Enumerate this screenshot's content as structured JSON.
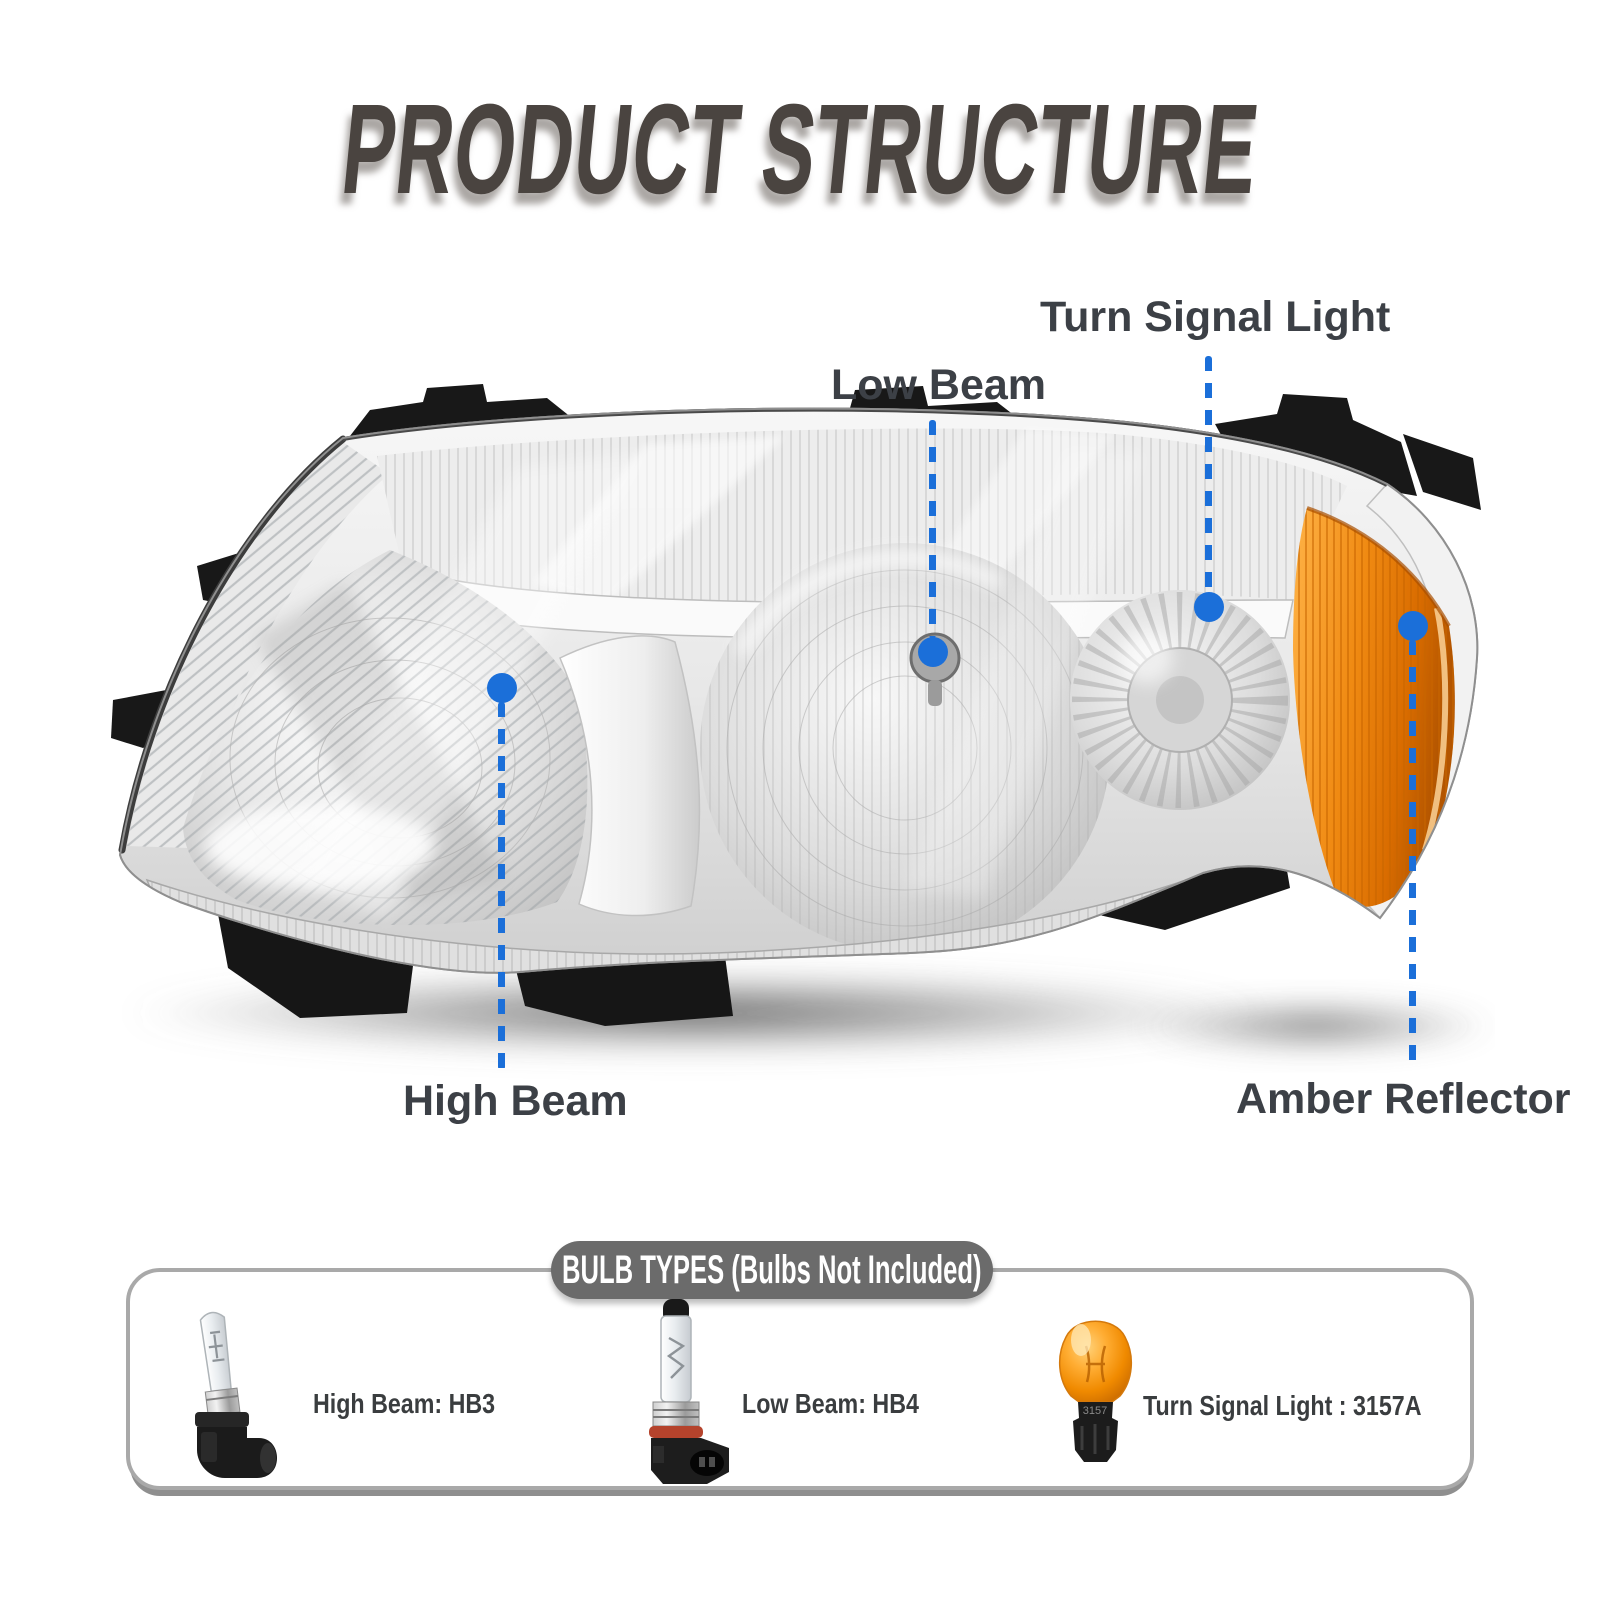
{
  "page": {
    "title": "PRODUCT STRUCTURE"
  },
  "callouts": [
    {
      "id": "turn-signal-light",
      "label": "Turn Signal Light"
    },
    {
      "id": "low-beam",
      "label": "Low Beam"
    },
    {
      "id": "high-beam",
      "label": "High Beam"
    },
    {
      "id": "amber-reflector",
      "label": "Amber Reflector"
    }
  ],
  "bulb_panel": {
    "header": "BULB TYPES (Bulbs Not Included)",
    "items": [
      {
        "id": "high-beam-bulb",
        "label": "High Beam: HB3"
      },
      {
        "id": "low-beam-bulb",
        "label": "Low Beam: HB4"
      },
      {
        "id": "turn-signal-bulb",
        "label": "Turn Signal Light : 3157A",
        "marking": "3157"
      }
    ]
  },
  "colors": {
    "accent_blue": "#1b6fd9",
    "amber_reflector": "#ef8a12",
    "title_text": "#4a4440",
    "callout_text": "#3c4046",
    "bulb_label_text": "#3a3d3f",
    "pill_background": "#6b6b6b",
    "pill_text": "#ffffff",
    "panel_border": "#a9a9a9"
  }
}
